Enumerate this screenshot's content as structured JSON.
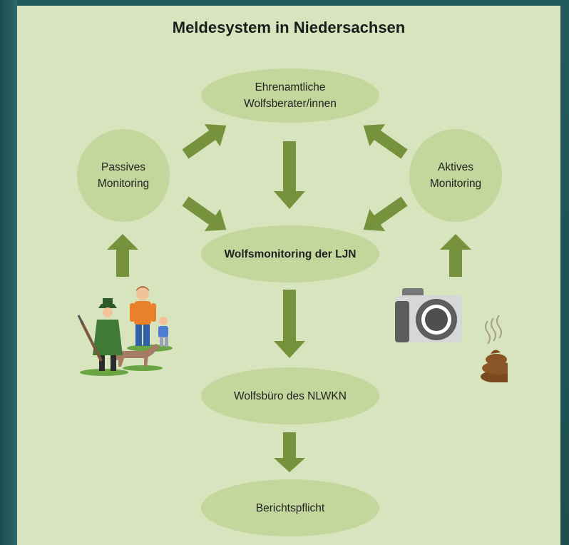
{
  "diagram": {
    "title": "Meldesystem in Niedersachsen",
    "nodes": {
      "volunteers": {
        "line1": "Ehrenamtliche",
        "line2": "Wolfsberater/innen"
      },
      "passive": {
        "line1": "Passives",
        "line2": "Monitoring"
      },
      "active": {
        "line1": "Aktives",
        "line2": "Monitoring"
      },
      "ljn": {
        "label": "Wolfsmonitoring der LJN"
      },
      "nlwkn": {
        "label": "Wolfsbüro des NLWKN"
      },
      "report": {
        "label": "Berichtspflicht"
      }
    },
    "colors": {
      "panel": "#d8e4bd",
      "node_fill": "#c3d69b",
      "arrow": "#76923c",
      "backdrop": "#225a5c"
    },
    "icons": {
      "left_illustration": "hunter-family-dog-icon",
      "right_illustration": "camera-droppings-icon"
    }
  }
}
